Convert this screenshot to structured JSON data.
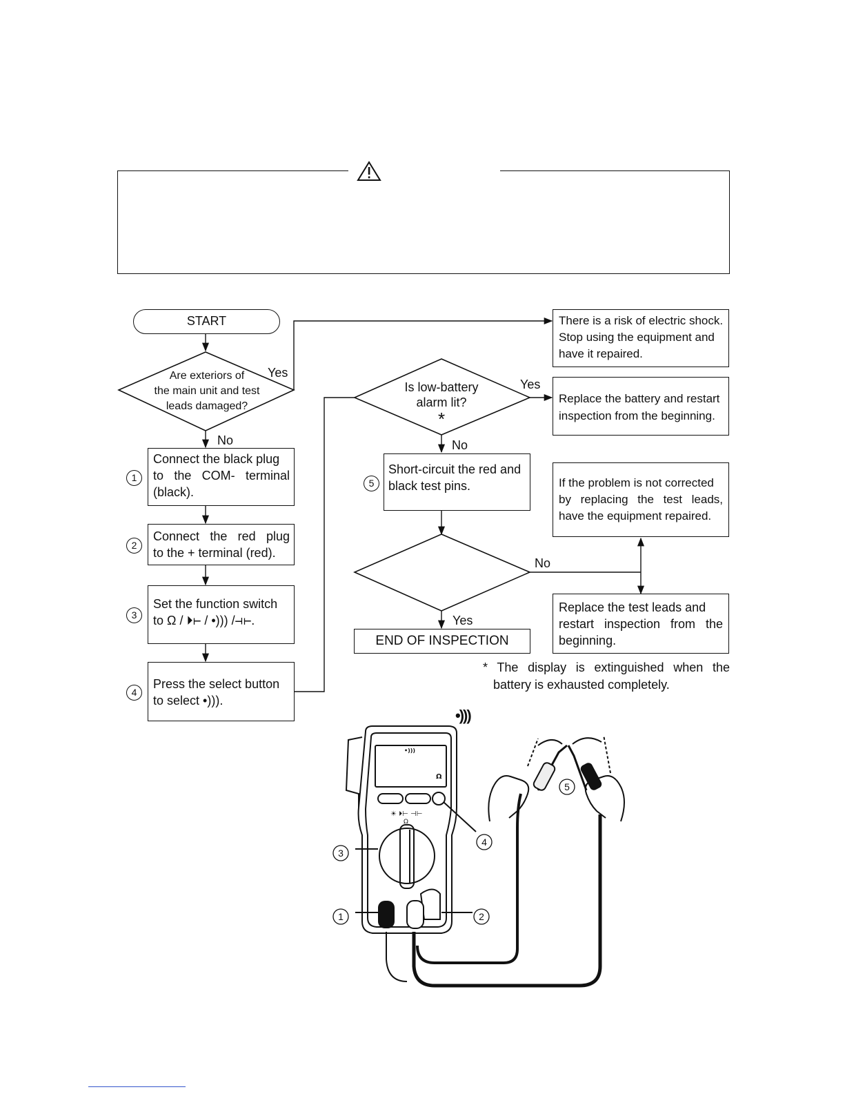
{
  "flow": {
    "start": "START",
    "decision1": [
      "Are exteriors of",
      "the main unit and test",
      "leads damaged?"
    ],
    "decision1_yes": "Yes",
    "decision1_no": "No",
    "result_damaged": [
      "There is a risk of electric shock.",
      "Stop using the equipment and",
      "have it repaired."
    ],
    "step1": {
      "num": "1",
      "lines": [
        "Connect the black plug",
        "to the COM- terminal",
        "(black)."
      ]
    },
    "step2": {
      "num": "2",
      "lines": [
        "Connect the red plug",
        "to the + terminal (red)."
      ]
    },
    "step3": {
      "num": "3",
      "lines": [
        "Set the function switch",
        "to Ω / ⏵⊢ / •))) /⊣⊢."
      ]
    },
    "step4": {
      "num": "4",
      "lines": [
        "Press the select button",
        "to select •)))."
      ]
    },
    "decision2": [
      "Is low-battery",
      "alarm lit?",
      "*"
    ],
    "decision2_yes": "Yes",
    "decision2_no": "No",
    "result_battery": [
      "Replace the battery and restart",
      "inspection from the beginning."
    ],
    "step5": {
      "num": "5",
      "lines": [
        "Short-circuit the red and",
        "black test pins."
      ]
    },
    "decision3_no": "No",
    "decision3_yes": "Yes",
    "result_not_corrected": [
      "If the problem is not corrected",
      "by replacing the test leads,",
      "have the equipment repaired."
    ],
    "result_replace_leads": [
      "Replace the test leads and",
      "restart inspection from the",
      "beginning."
    ],
    "end": "END OF INSPECTION",
    "footnote": [
      "* The display is extinguished when the",
      "battery is exhausted completely."
    ]
  },
  "illustration": {
    "continuity_symbol": "•)))",
    "display_symbol": "•)))",
    "display_unit": "Ω",
    "callouts": [
      "1",
      "2",
      "3",
      "4",
      "5"
    ]
  }
}
